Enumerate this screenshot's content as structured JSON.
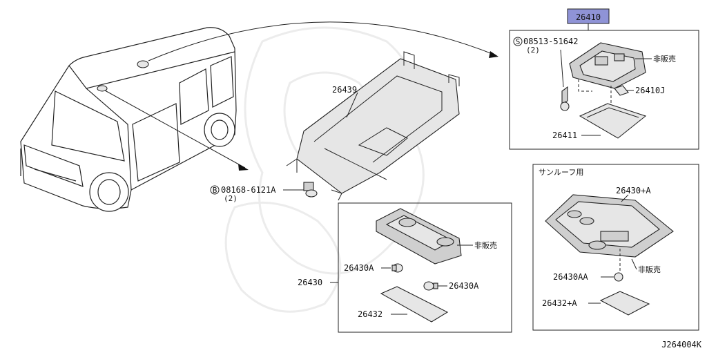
{
  "diagram": {
    "part_number_header": "26410",
    "highlight_color": "#8f93d6",
    "labels": {
      "screw_08513": "08513-51642",
      "screw_08513_qty": "(2)",
      "screw_marker_s": "S",
      "not_for_sale_top": "非販売",
      "bulb_26410j": "26410J",
      "lens_26411": "26411",
      "bracket_26439": "26439",
      "bolt_08168": "08168-6121A",
      "bolt_08168_qty": "(2)",
      "bolt_marker_b": "B",
      "lamp_26430": "26430",
      "not_for_sale_mid": "非販売",
      "bulb_26430a_left": "26430A",
      "bulb_26430a_right": "26430A",
      "lens_26432": "26432",
      "sunroof_title": "サンルーフ用",
      "lamp_26430_plus_a": "26430+A",
      "not_for_sale_right": "非販売",
      "bulb_26430aa": "26430AA",
      "lens_26432_plus_a": "26432+A",
      "diagram_code": "J264004K"
    }
  }
}
